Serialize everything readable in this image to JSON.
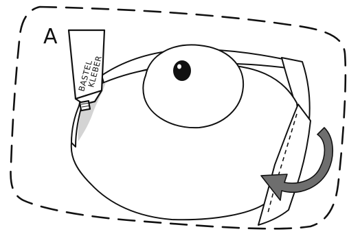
{
  "step_label": "A",
  "glue_tube": {
    "line1": "BASTEL",
    "line2": "KLEBER"
  },
  "colors": {
    "stroke": "#111111",
    "arrow": "#6e6e6e",
    "glue_strip": "#d4d4d4",
    "paper": "#ffffff"
  },
  "icons": {
    "frame": "dashed-frame",
    "tube": "glue-tube-icon",
    "arrow": "fold-arrow-icon",
    "fold_line": "dashed-fold-line"
  }
}
